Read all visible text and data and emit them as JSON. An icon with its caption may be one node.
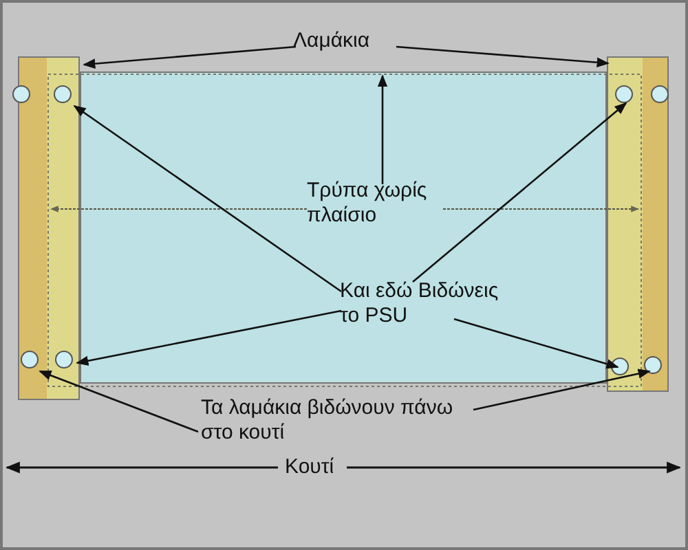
{
  "diagram": {
    "nodes": [
      {
        "text": [
          "Λαμάκια"
        ]
      },
      {
        "text": [],
        "shape": "box"
      },
      {
        "text": [],
        "shape": "box"
      },
      {
        "text": [],
        "shape": "box"
      },
      {
        "text": [
          "Τρύπα χωρίς πλαίσιο"
        ],
        "in": 3
      },
      {
        "text": [],
        "shape": "circle",
        "in": 1
      },
      {
        "text": [],
        "shape": "circle",
        "in": 1
      },
      {
        "text": [],
        "shape": "circle",
        "in": 2
      },
      {
        "text": [],
        "shape": "circle",
        "in": 2
      },
      {
        "text": [],
        "shape": "circle",
        "in": 1
      },
      {
        "text": [],
        "shape": "circle",
        "in": 1
      },
      {
        "text": [],
        "shape": "circle",
        "in": 2
      },
      {
        "text": [],
        "shape": "circle",
        "in": 2
      },
      {
        "text": [
          "Και εδώ Βιδώνεις το PSU"
        ],
        "in": 3
      },
      {
        "text": [
          "Τα λαμάκια βιδώνουν πάνω στο κουτί"
        ]
      }
    ],
    "edges": [
      {
        "from": 0,
        "to": 1,
        "arrow": "to"
      },
      {
        "from": 0,
        "to": 2,
        "arrow": "to"
      },
      {
        "from": 4,
        "to": 3,
        "arrow": "to"
      },
      {
        "from": 13,
        "to": 6,
        "arrow": "to"
      },
      {
        "from": 13,
        "to": 7,
        "arrow": "to"
      },
      {
        "from": 13,
        "to": 10,
        "arrow": "to"
      },
      {
        "from": 13,
        "to": 11,
        "arrow": "to"
      },
      {
        "from": 14,
        "to": 9,
        "arrow": "to"
      },
      {
        "from": 14,
        "to": 12,
        "arrow": "to"
      }
    ],
    "labels": [
      "Κουτί"
    ]
  }
}
